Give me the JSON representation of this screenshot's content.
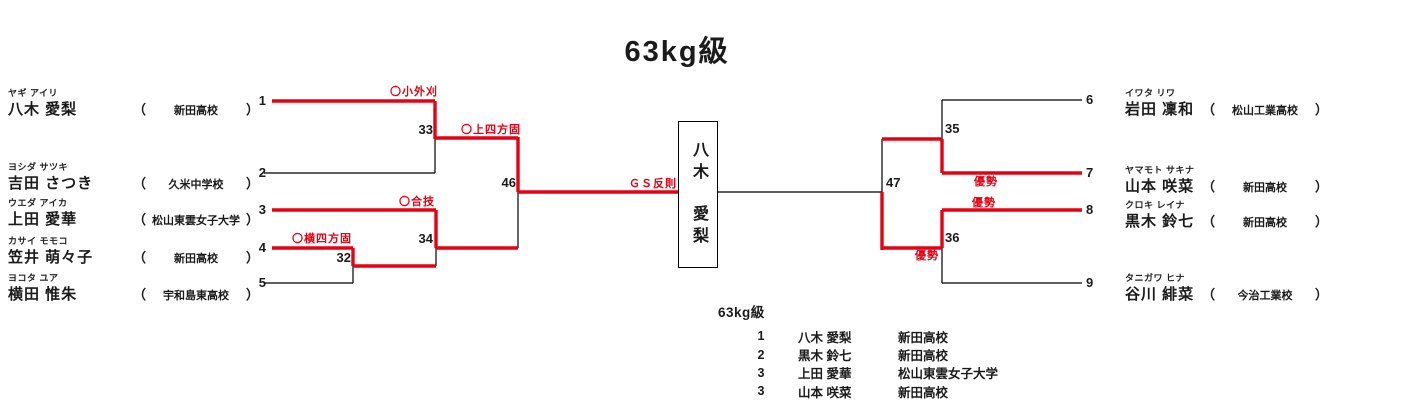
{
  "title": "63kg級",
  "colors": {
    "win": "#e60012",
    "line": "#000000"
  },
  "punct": {
    "open": "（",
    "close": "）"
  },
  "left_entries": [
    {
      "seed": "1",
      "furigana": "ヤギ アイリ",
      "name": "八木 愛梨",
      "school": "新田高校"
    },
    {
      "seed": "2",
      "furigana": "ヨシダ サツキ",
      "name": "吉田 さつき",
      "school": "久米中学校"
    },
    {
      "seed": "3",
      "furigana": "ウエダ アイカ",
      "name": "上田 愛華",
      "school": "松山東雲女子大学"
    },
    {
      "seed": "4",
      "furigana": "カサイ モモコ",
      "name": "笠井 萌々子",
      "school": "新田高校"
    },
    {
      "seed": "5",
      "furigana": "ヨコタ ユア",
      "name": "横田 惟朱",
      "school": "宇和島東高校"
    }
  ],
  "right_entries": [
    {
      "seed": "6",
      "furigana": "イワタ リワ",
      "name": "岩田 凜和",
      "school": "松山工業高校"
    },
    {
      "seed": "7",
      "furigana": "ヤマモト サキナ",
      "name": "山本 咲菜",
      "school": "新田高校"
    },
    {
      "seed": "8",
      "furigana": "クロキ レイナ",
      "name": "黒木 鈴七",
      "school": "新田高校"
    },
    {
      "seed": "9",
      "furigana": "タニガワ ヒナ",
      "name": "谷川 緋菜",
      "school": "今治工業校"
    }
  ],
  "match_numbers": {
    "m32": "32",
    "m33": "33",
    "m34": "34",
    "m35": "35",
    "m36": "36",
    "m46": "46",
    "m47": "47"
  },
  "annotations": {
    "m33": "〇小外刈",
    "m46": "〇上四方固",
    "m34": "〇合技",
    "m32": "〇横四方固",
    "final": "ＧＳ反則",
    "m35": "優勢",
    "m36": "優勢",
    "m47": "優勢"
  },
  "winner": {
    "last": "八木",
    "first": "愛梨"
  },
  "results": {
    "heading": "63kg級",
    "rows": [
      {
        "rank": "1",
        "name": "八木 愛梨",
        "school": "新田高校"
      },
      {
        "rank": "2",
        "name": "黒木 鈴七",
        "school": "新田高校"
      },
      {
        "rank": "3",
        "name": "上田 愛華",
        "school": "松山東雲女子大学"
      },
      {
        "rank": "3",
        "name": "山本 咲菜",
        "school": "新田高校"
      }
    ]
  }
}
